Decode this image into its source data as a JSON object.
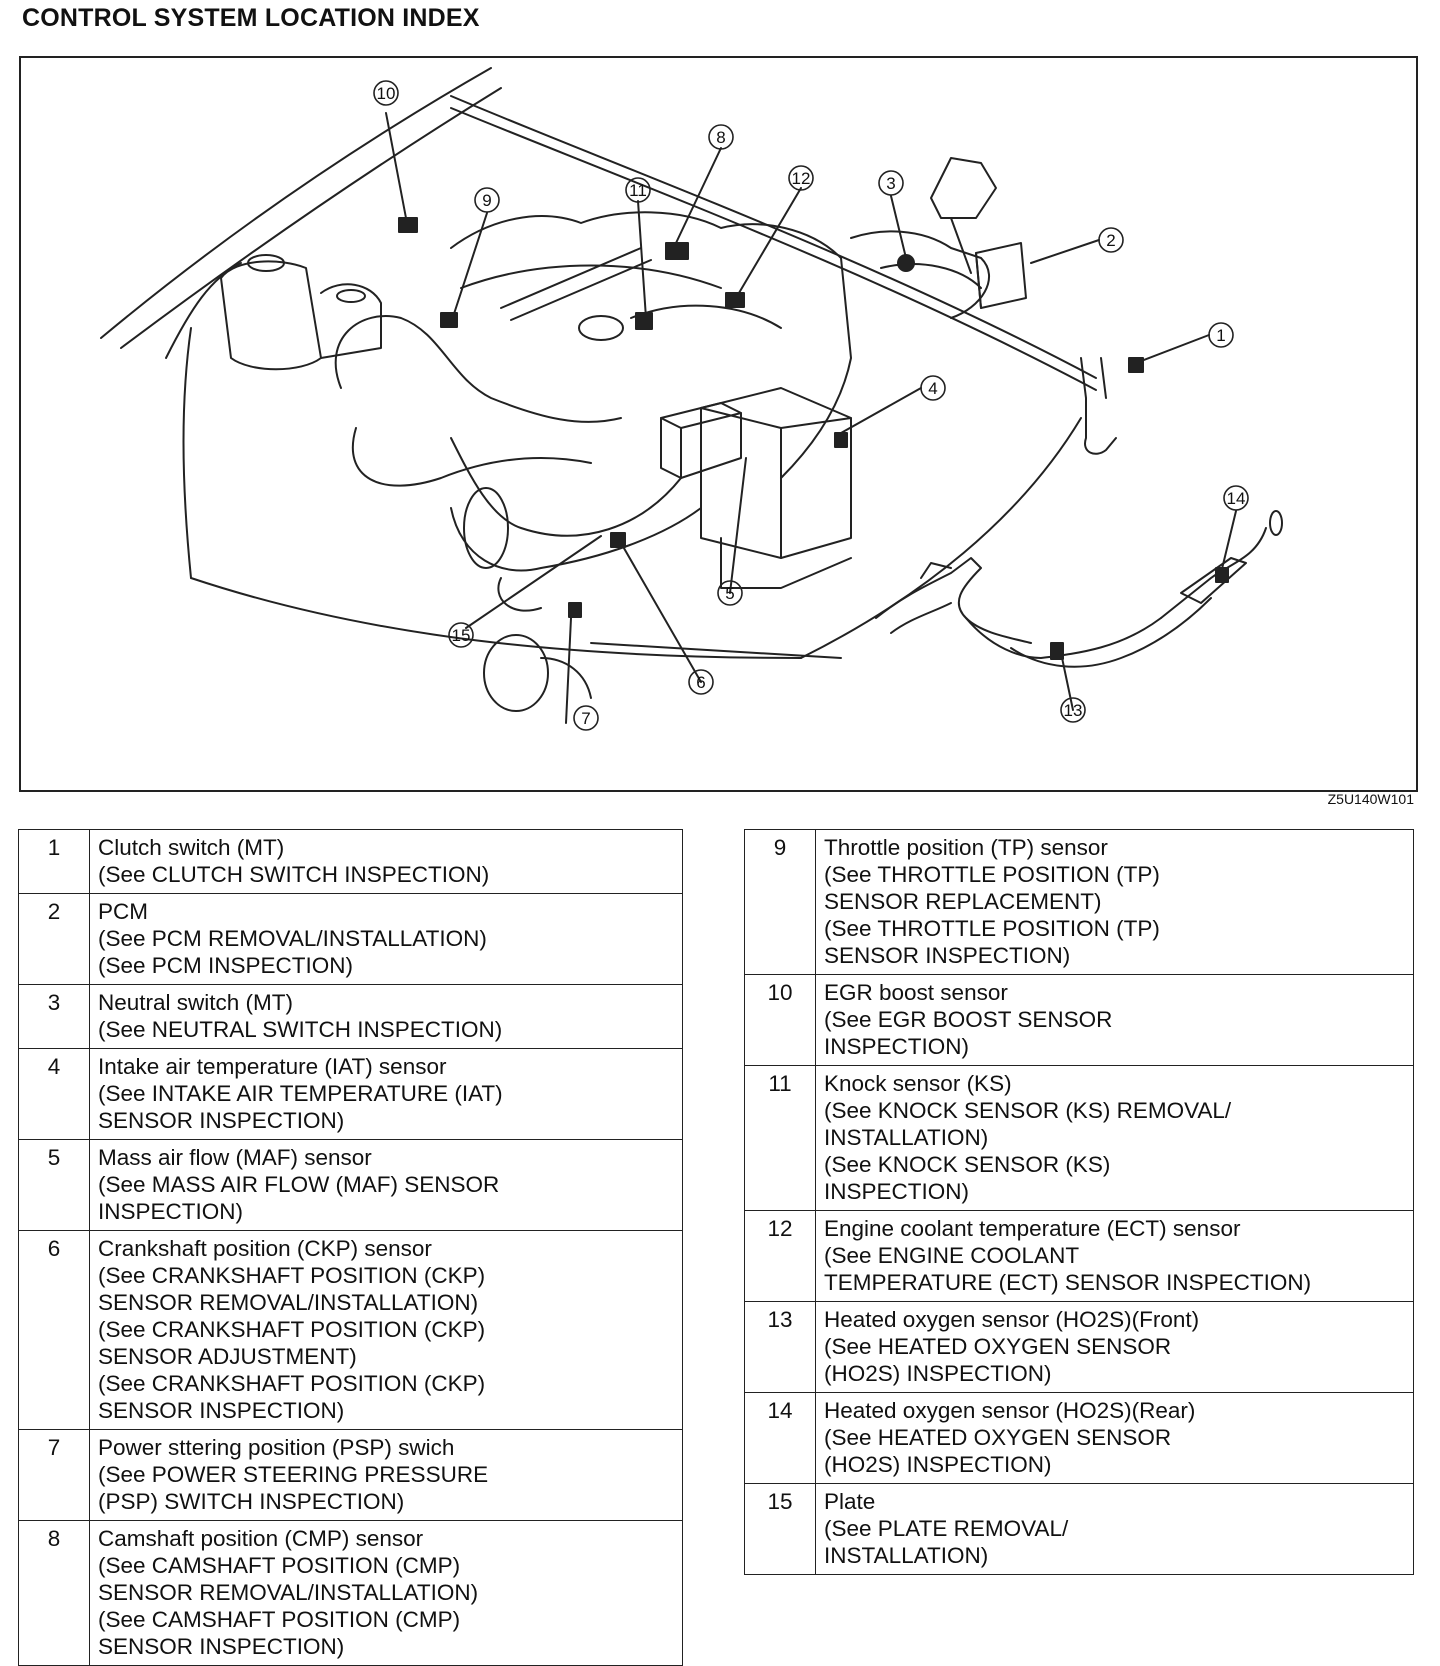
{
  "title": "CONTROL SYSTEM LOCATION INDEX",
  "figure_code": "Z5U140W101",
  "callouts": [
    "1",
    "2",
    "3",
    "4",
    "5",
    "6",
    "7",
    "8",
    "9",
    "10",
    "11",
    "12",
    "13",
    "14",
    "15"
  ],
  "left_rows": [
    {
      "num": "1",
      "text": "Clutch switch (MT)\n(See CLUTCH SWITCH INSPECTION)"
    },
    {
      "num": "2",
      "text": "PCM\n(See PCM REMOVAL/INSTALLATION)\n(See PCM INSPECTION)"
    },
    {
      "num": "3",
      "text": "Neutral switch (MT)\n(See NEUTRAL SWITCH INSPECTION)"
    },
    {
      "num": "4",
      "text": "Intake air temperature (IAT) sensor\n(See INTAKE AIR TEMPERATURE (IAT)\nSENSOR INSPECTION)"
    },
    {
      "num": "5",
      "text": "Mass air flow (MAF) sensor\n(See MASS AIR FLOW (MAF) SENSOR\nINSPECTION)"
    },
    {
      "num": "6",
      "text": "Crankshaft position (CKP) sensor\n(See CRANKSHAFT POSITION (CKP)\nSENSOR REMOVAL/INSTALLATION)\n(See CRANKSHAFT POSITION (CKP)\nSENSOR ADJUSTMENT)\n(See CRANKSHAFT POSITION (CKP)\nSENSOR INSPECTION)"
    },
    {
      "num": "7",
      "text": "Power sttering position (PSP) swich\n(See POWER STEERING PRESSURE\n(PSP) SWITCH INSPECTION)"
    },
    {
      "num": "8",
      "text": "Camshaft position (CMP) sensor\n(See CAMSHAFT POSITION (CMP)\nSENSOR REMOVAL/INSTALLATION)\n(See CAMSHAFT POSITION (CMP)\nSENSOR INSPECTION)"
    }
  ],
  "right_rows": [
    {
      "num": "9",
      "text": "Throttle position (TP) sensor\n(See THROTTLE POSITION (TP)\nSENSOR REPLACEMENT)\n(See THROTTLE POSITION (TP)\nSENSOR INSPECTION)"
    },
    {
      "num": "10",
      "text": "EGR boost sensor\n(See EGR BOOST SENSOR\nINSPECTION)"
    },
    {
      "num": "11",
      "text": "Knock sensor (KS)\n(See KNOCK SENSOR (KS) REMOVAL/\nINSTALLATION)\n(See KNOCK SENSOR (KS)\nINSPECTION)"
    },
    {
      "num": "12",
      "text": "Engine coolant temperature (ECT) sensor\n(See ENGINE COOLANT\nTEMPERATURE (ECT) SENSOR INSPECTION)"
    },
    {
      "num": "13",
      "text": "Heated oxygen sensor (HO2S)(Front)\n(See HEATED OXYGEN SENSOR\n(HO2S) INSPECTION)"
    },
    {
      "num": "14",
      "text": "Heated oxygen sensor (HO2S)(Rear)\n(See HEATED OXYGEN SENSOR\n(HO2S) INSPECTION)"
    },
    {
      "num": "15",
      "text": "Plate\n(See PLATE REMOVAL/\nINSTALLATION)"
    }
  ]
}
